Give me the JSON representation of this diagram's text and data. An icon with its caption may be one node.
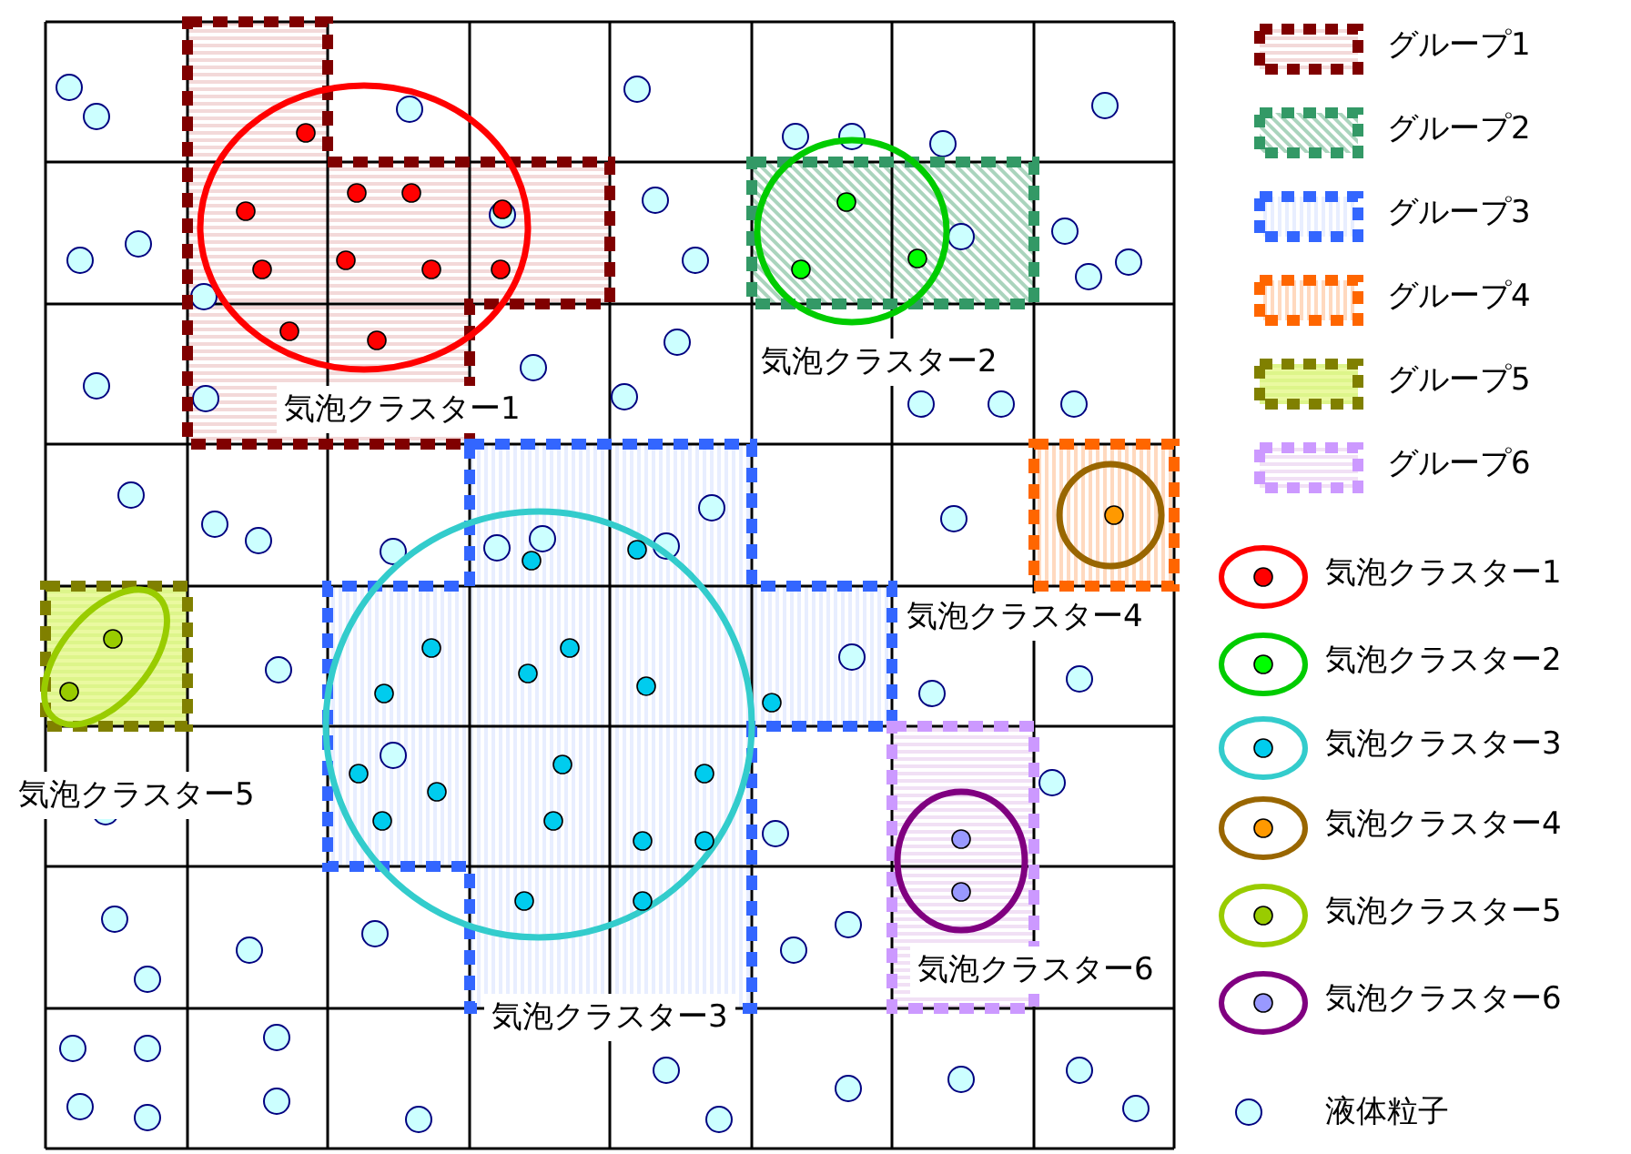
{
  "diagram": {
    "labels": [
      "気泡クラスター1",
      "気泡クラスター2",
      "気泡クラスター4",
      "気泡クラスター5",
      "気泡クラスター3",
      "気泡クラスター6"
    ],
    "legend": [
      {
        "text": "グループ1",
        "color": "#800000"
      },
      {
        "text": "グループ2",
        "color": "#339966"
      },
      {
        "text": "グループ3",
        "color": "#3366ff"
      },
      {
        "text": "グループ4",
        "color": "#ff6600"
      },
      {
        "text": "グループ5",
        "color": "#808000"
      },
      {
        "text": "グループ6",
        "color": "#cc99ff"
      },
      {
        "text": "気泡クラスター1",
        "color": "#ff0000"
      },
      {
        "text": "気泡クラスター2",
        "color": "#00cc00"
      },
      {
        "text": "気泡クラスター3",
        "color": "#33cccc"
      },
      {
        "text": "気泡クラスター4",
        "color": "#996600"
      },
      {
        "text": "気泡クラスター5",
        "color": "#99cc00"
      },
      {
        "text": "気泡クラスター6",
        "color": "#800080"
      },
      {
        "text": "液体粒子"
      }
    ]
  }
}
